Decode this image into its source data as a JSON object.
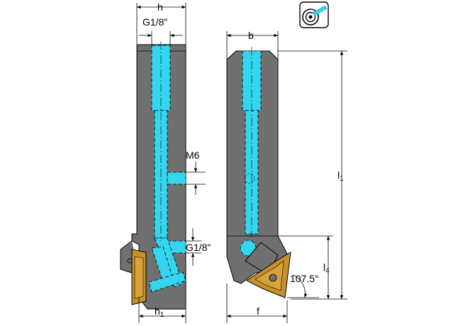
{
  "labels": {
    "h": "h",
    "g_top": "G1/8\"",
    "b": "b",
    "m6": "M6",
    "l1_main": "l",
    "l1_sub": "1",
    "g_side": "G1/8\"",
    "l4_main": "l",
    "l4_sub": "4",
    "angle": "107.5°",
    "h1_main": "h",
    "h1_sub": "1",
    "f": "f"
  },
  "icons": [
    "coolant-icon"
  ],
  "colors": {
    "body": "#707070",
    "coolant": "#33d6ee",
    "insert": "#c8902a",
    "line": "#000000"
  }
}
